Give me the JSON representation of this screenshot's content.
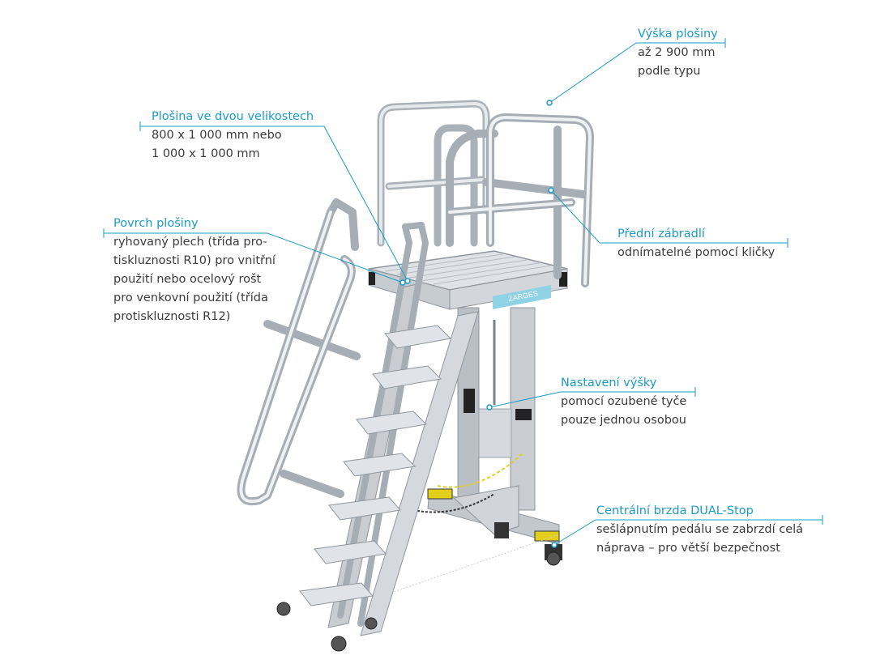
{
  "colors": {
    "accent": "#1a9bc4",
    "text": "#3b3b3b",
    "metal": "#c9cdd1",
    "metal_dark": "#8e959c",
    "yellow": "#e3cf1b"
  },
  "callouts": [
    {
      "id": "height",
      "title": "Výška plošiny",
      "lines": [
        "až 2 900 mm",
        "podle typu"
      ]
    },
    {
      "id": "platform-size",
      "title": "Plošina ve dvou velikostech",
      "lines": [
        "800 x 1 000 mm nebo",
        "1 000 x 1 000 mm"
      ]
    },
    {
      "id": "surface",
      "title": "Povrch plošiny",
      "lines": [
        "ryhovaný plech (třída pro-",
        "tiskluznosti R10) pro vnitřní",
        "použití nebo ocelový rošt",
        "pro venkovní použití (třída",
        "protiskluznosti R12)"
      ]
    },
    {
      "id": "front-railing",
      "title": "Přední zábradlí",
      "lines": [
        "odnímatelné pomocí kličky"
      ]
    },
    {
      "id": "height-adjust",
      "title": "Nastavení výšky",
      "lines": [
        "pomocí ozubené tyče",
        "pouze jednou osobou"
      ]
    },
    {
      "id": "brake",
      "title": "Centrální brzda DUAL-Stop",
      "lines": [
        "sešlápnutím pedálu se zabrzdí celá",
        "náprava – pro větší bezpečnost"
      ]
    }
  ],
  "brand_label": "ZARGES"
}
